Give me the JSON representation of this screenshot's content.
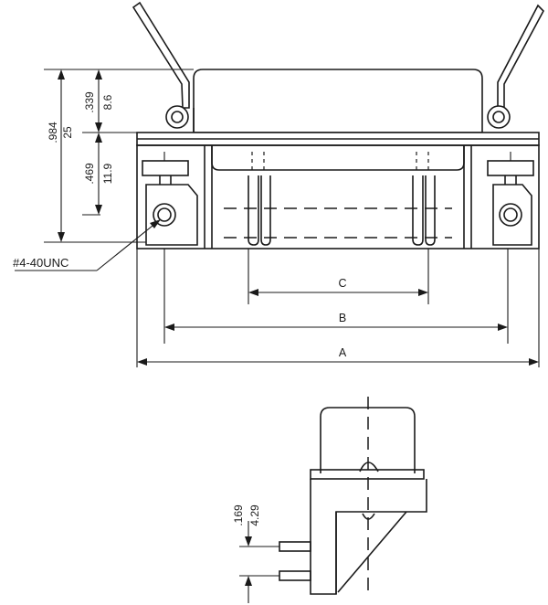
{
  "dimensions": {
    "overall_height_in": ".984",
    "overall_height_mm": "25",
    "top_height_in": ".339",
    "top_height_mm": "8.6",
    "mid_height_in": ".469",
    "mid_height_mm": "11.9",
    "pin_offset_in": ".169",
    "pin_offset_mm": "4.29",
    "label_a": "A",
    "label_b": "B",
    "label_c": "C"
  },
  "callouts": {
    "thread": "#4-40UNC"
  }
}
